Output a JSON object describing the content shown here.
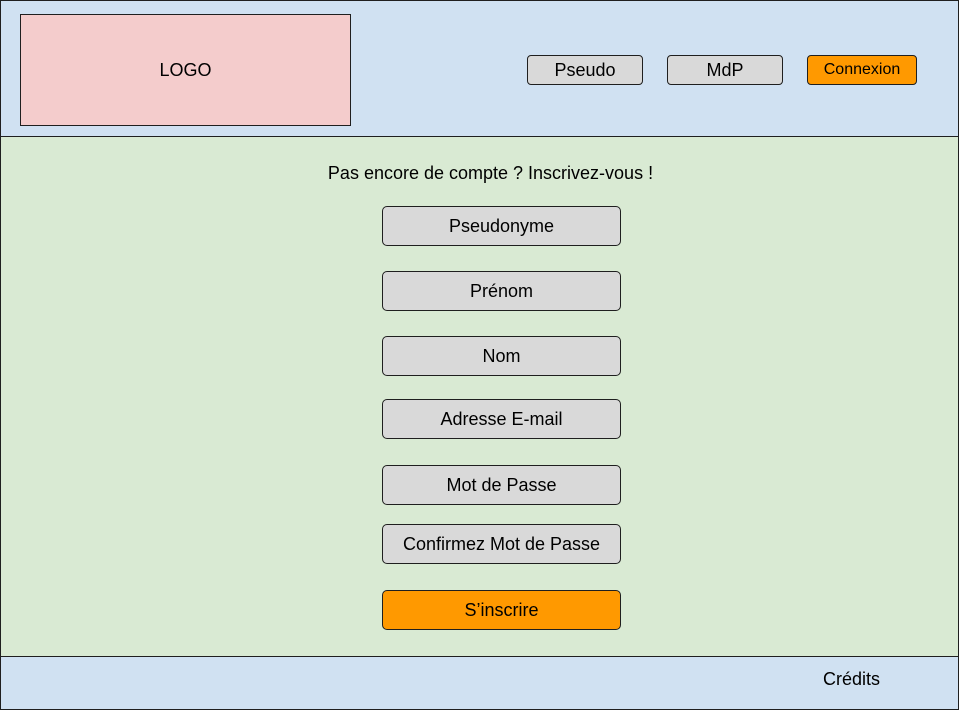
{
  "header": {
    "logo_text": "LOGO",
    "pseudo_label": "Pseudo",
    "mdp_label": "MdP",
    "connexion_label": "Connexion"
  },
  "signup": {
    "prompt": "Pas encore de compte ? Inscrivez-vous !",
    "fields": [
      "Pseudonyme",
      "Prénom",
      "Nom",
      "Adresse E-mail",
      "Mot de Passe",
      "Confirmez Mot de Passe"
    ],
    "submit_label": "S’inscrire"
  },
  "footer": {
    "credits_label": "Crédits"
  },
  "colors": {
    "header_bg": "#d0e1f2",
    "main_bg": "#d9ead3",
    "logo_bg": "#f4cccc",
    "field_bg": "#d9d9d9",
    "accent": "#ff9900"
  }
}
